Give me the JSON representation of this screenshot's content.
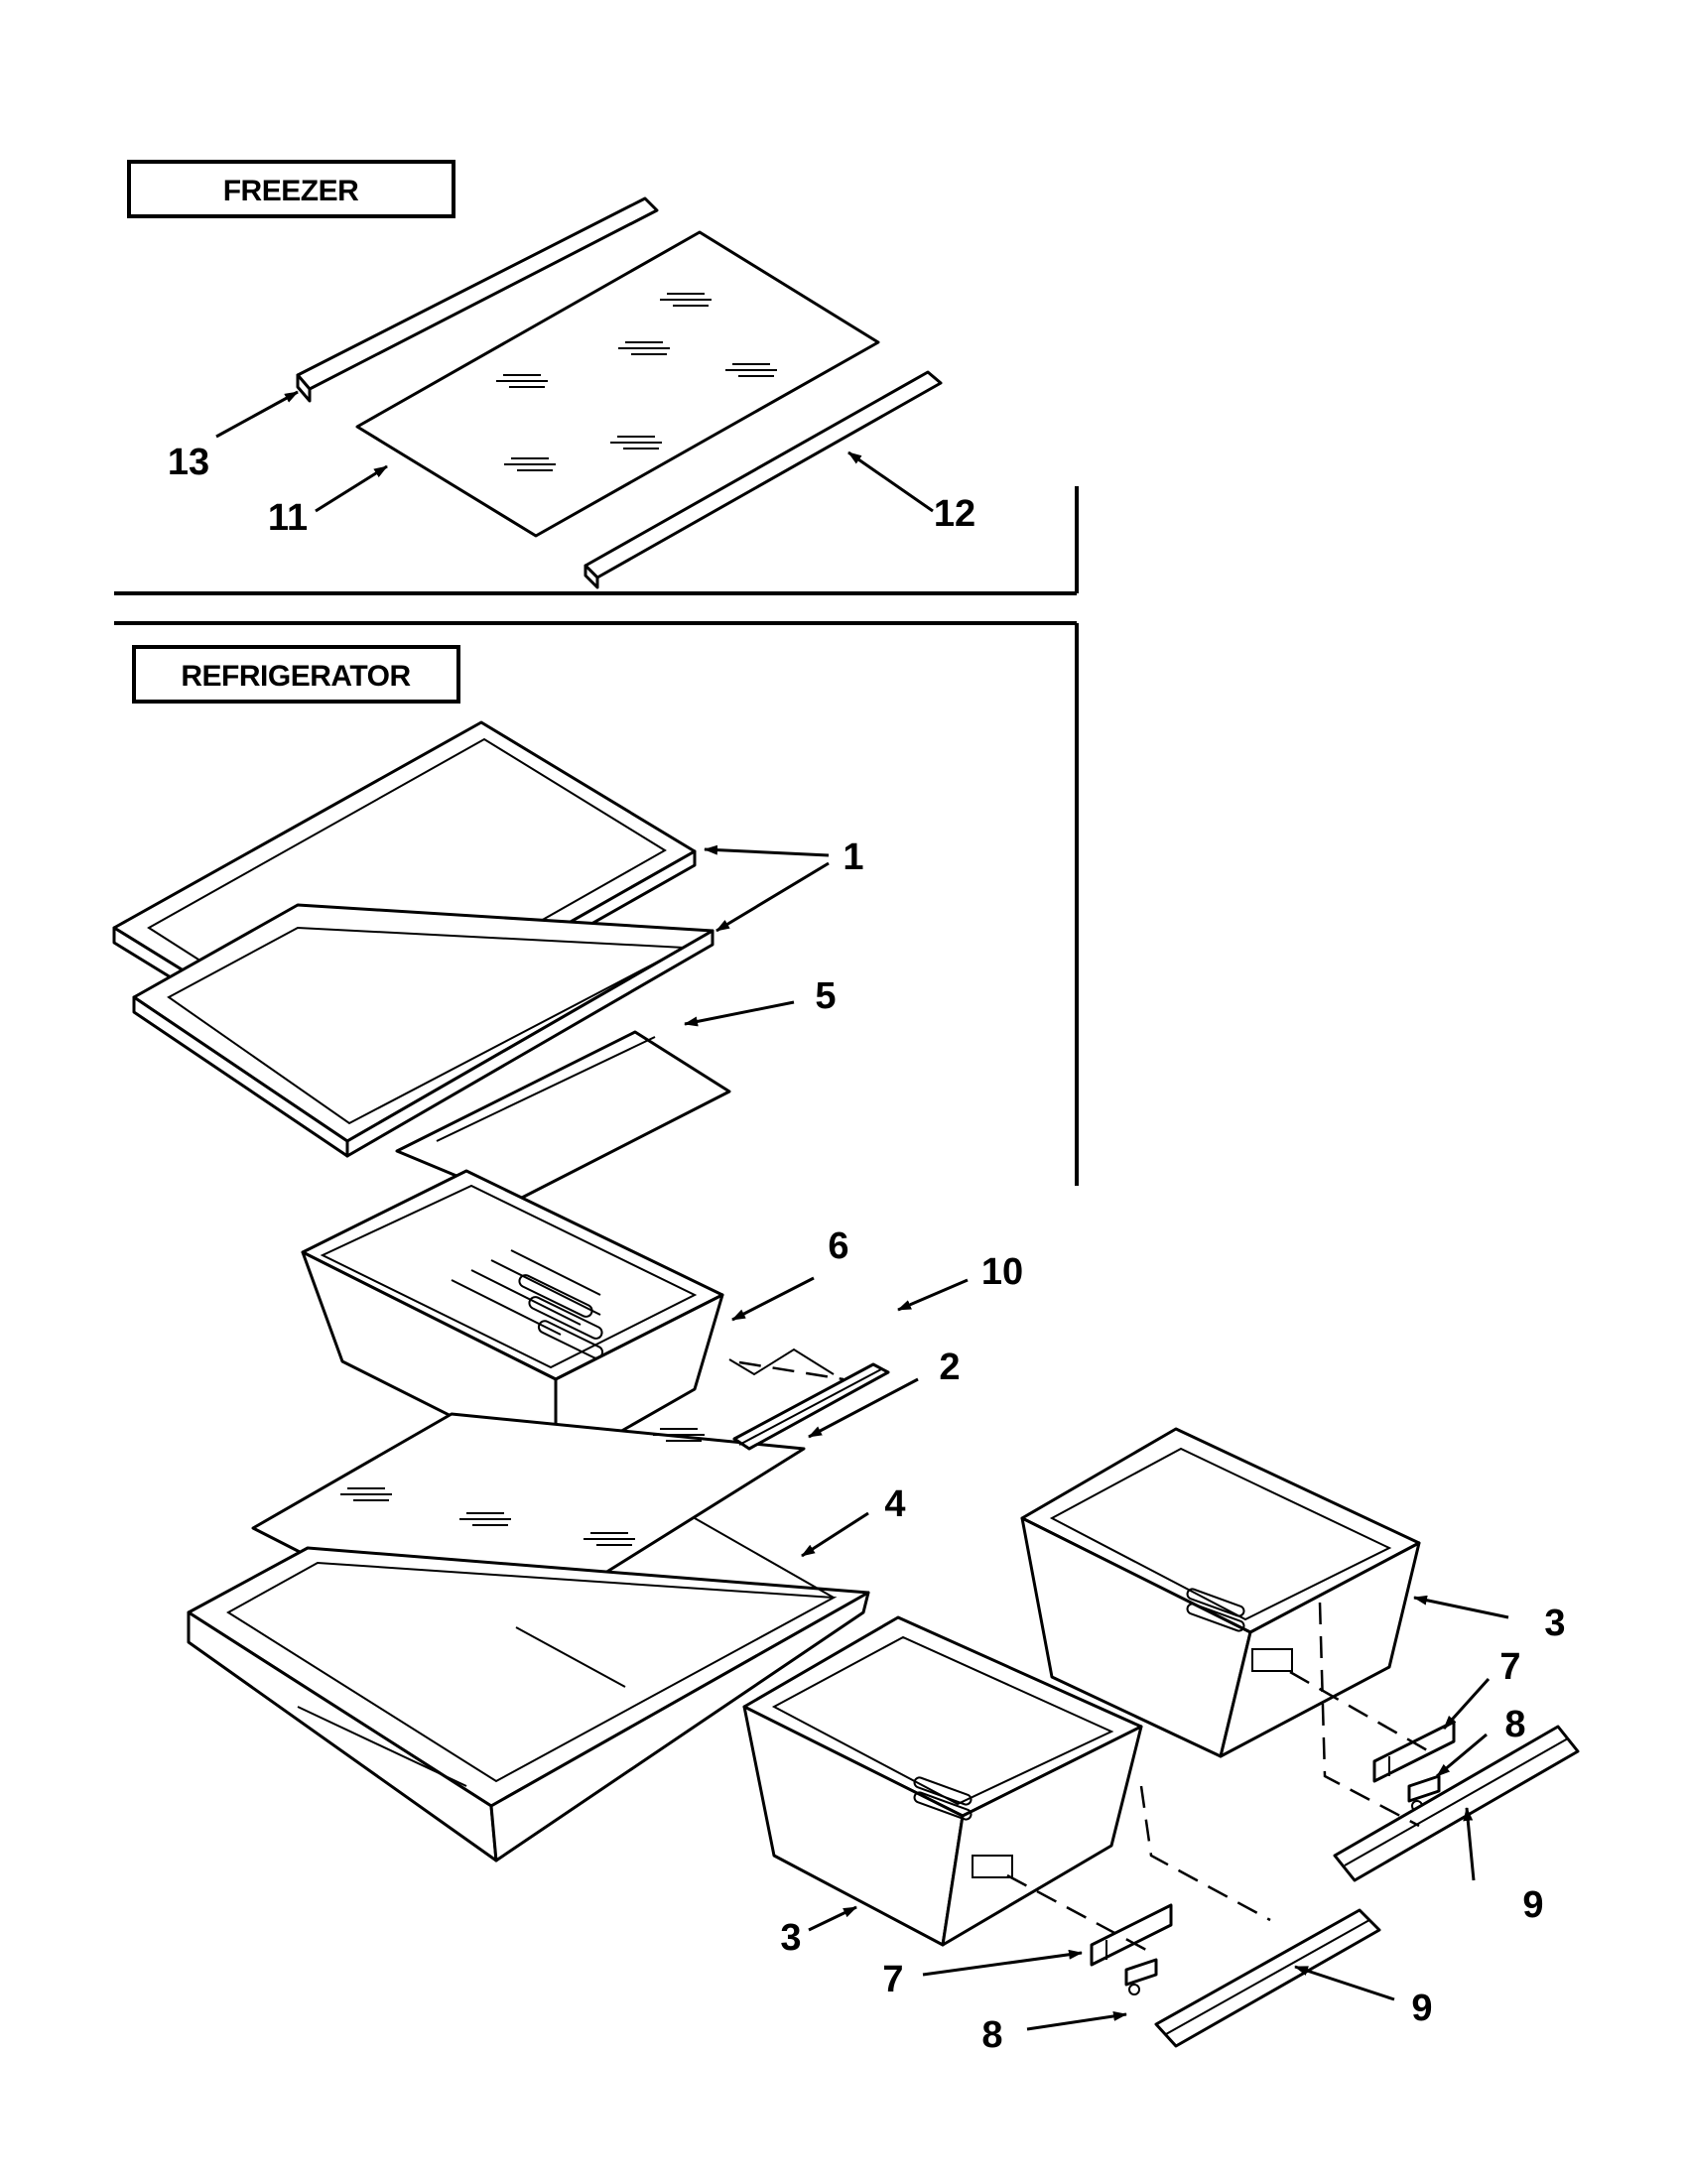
{
  "sections": {
    "freezer_label": "FREEZER",
    "refrigerator_label": "REFRIGERATOR"
  },
  "callouts": {
    "c13": "13",
    "c11": "11",
    "c12": "12",
    "c1": "1",
    "c5": "5",
    "c6": "6",
    "c10": "10",
    "c2": "2",
    "c4": "4",
    "c3a": "3",
    "c3b": "3",
    "c7a": "7",
    "c7b": "7",
    "c8a": "8",
    "c8b": "8",
    "c9a": "9",
    "c9b": "9"
  }
}
